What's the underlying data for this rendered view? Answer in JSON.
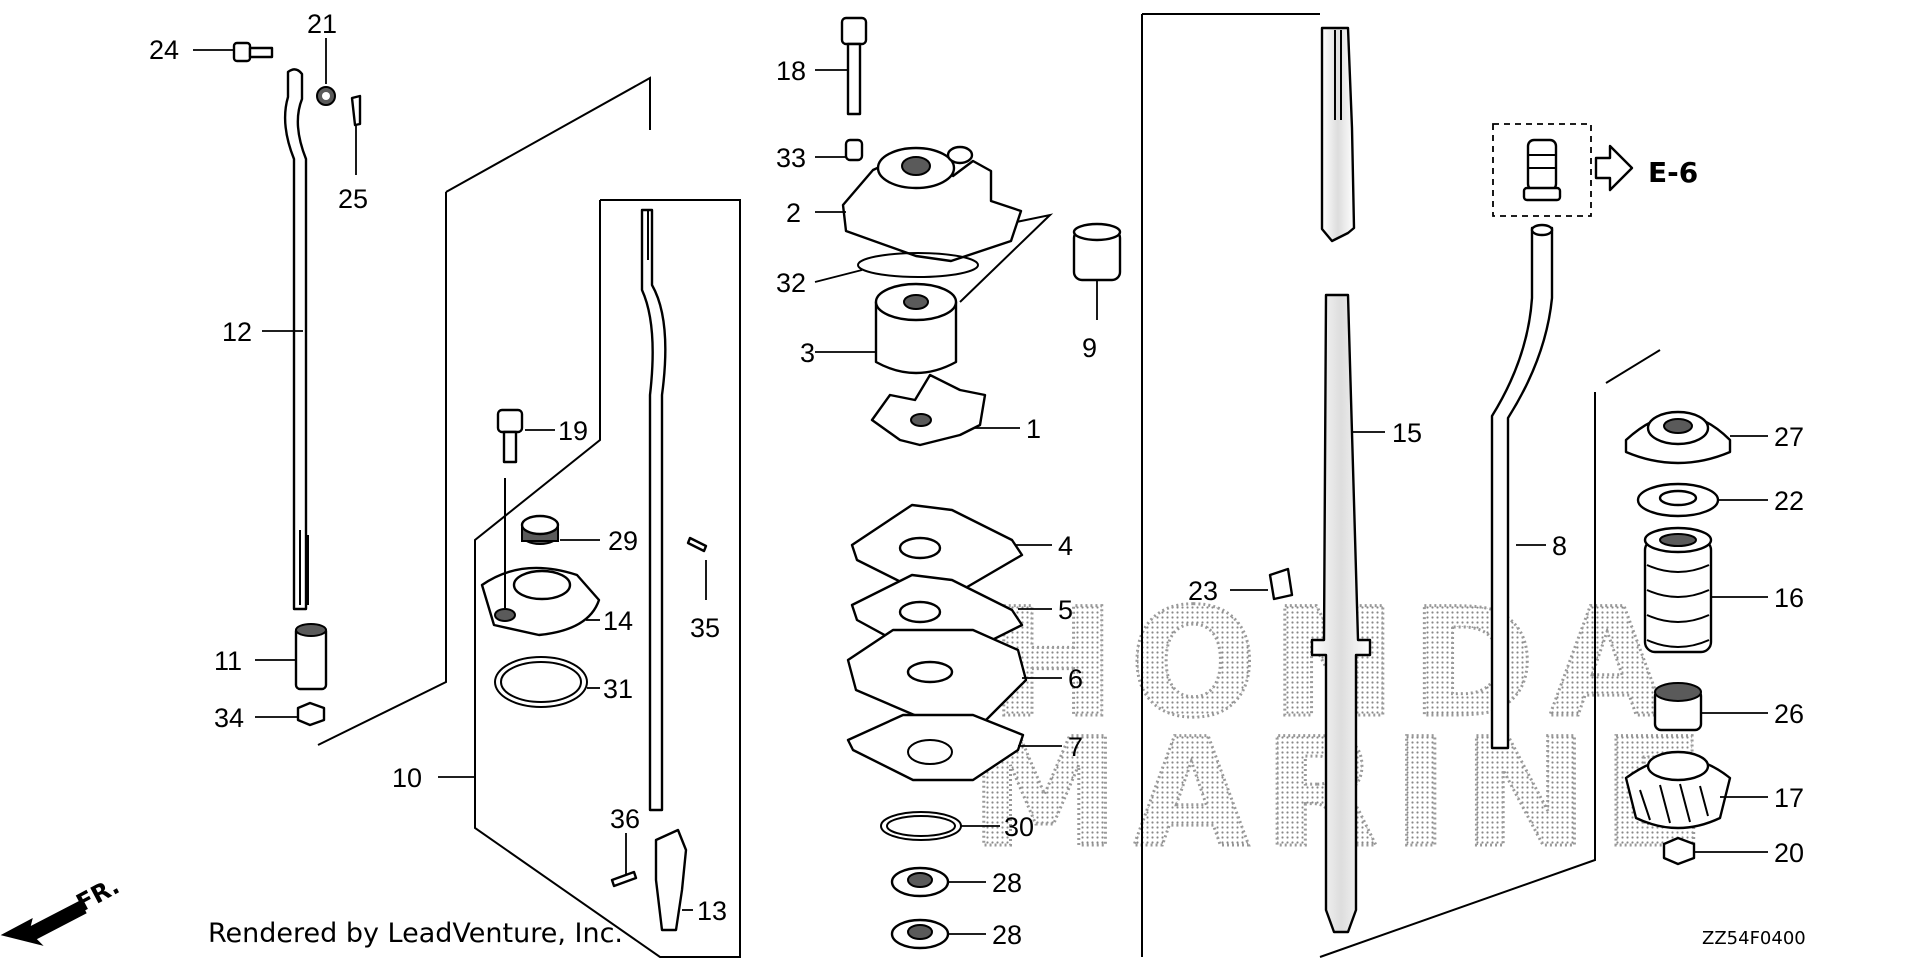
{
  "watermark": {
    "line1": "HONDA",
    "line2": "MARINE"
  },
  "footer": {
    "rendered_by": "Rendered by LeadVenture, Inc.",
    "diagram_code": "ZZ54F0400"
  },
  "reference": {
    "label": "E-6"
  },
  "direction": {
    "label": "FR."
  },
  "callouts": {
    "p1": "1",
    "p2": "2",
    "p3": "3",
    "p4": "4",
    "p5": "5",
    "p6": "6",
    "p7": "7",
    "p8": "8",
    "p9": "9",
    "p10": "10",
    "p11": "11",
    "p12": "12",
    "p13": "13",
    "p14": "14",
    "p15": "15",
    "p16": "16",
    "p17": "17",
    "p18": "18",
    "p19": "19",
    "p20": "20",
    "p21": "21",
    "p22": "22",
    "p23": "23",
    "p24": "24",
    "p25": "25",
    "p26": "26",
    "p27": "27",
    "p28a": "28",
    "p28b": "28",
    "p29": "29",
    "p30": "30",
    "p31": "31",
    "p32": "32",
    "p33": "33",
    "p34": "34",
    "p35": "35",
    "p36": "36"
  }
}
